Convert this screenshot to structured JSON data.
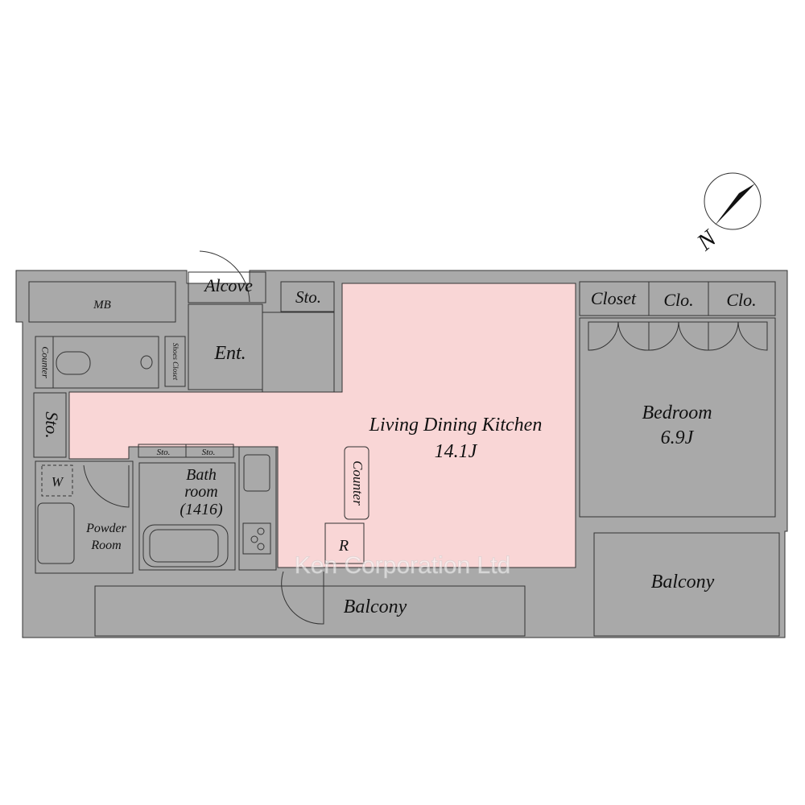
{
  "colors": {
    "wall": "#a9a9a9",
    "ldk": "#f9d6d6",
    "wet": "#cfeeeb",
    "storage": "#f6f1a9",
    "bedroom": "#f6e4c1",
    "plain": "#ffffff"
  },
  "compass": {
    "label": "N",
    "icon": "north-arrow-icon"
  },
  "rooms": {
    "mb": "MB",
    "alcove": "Alcove",
    "sto_top": "Sto.",
    "entrance": "Ent.",
    "counter_toilet": "Counter",
    "shoes_closet": "Shoes Closet",
    "sto_left": "Sto.",
    "sto_small_1": "Sto.",
    "sto_small_2": "Sto.",
    "washer": "W",
    "powder_room_1": "Powder",
    "powder_room_2": "Room",
    "bath_1": "Bath",
    "bath_2": "room",
    "bath_3": "(1416)",
    "ldk_name": "Living Dining Kitchen",
    "ldk_size": "14.1J",
    "counter_kitchen": "Counter",
    "refrigerator": "R",
    "closet": "Closet",
    "clo_1": "Clo.",
    "clo_2": "Clo.",
    "bedroom_name": "Bedroom",
    "bedroom_size": "6.9J",
    "balcony_main": "Balcony",
    "balcony_bedroom": "Balcony"
  },
  "watermark": "Ken Corporation Ltd"
}
